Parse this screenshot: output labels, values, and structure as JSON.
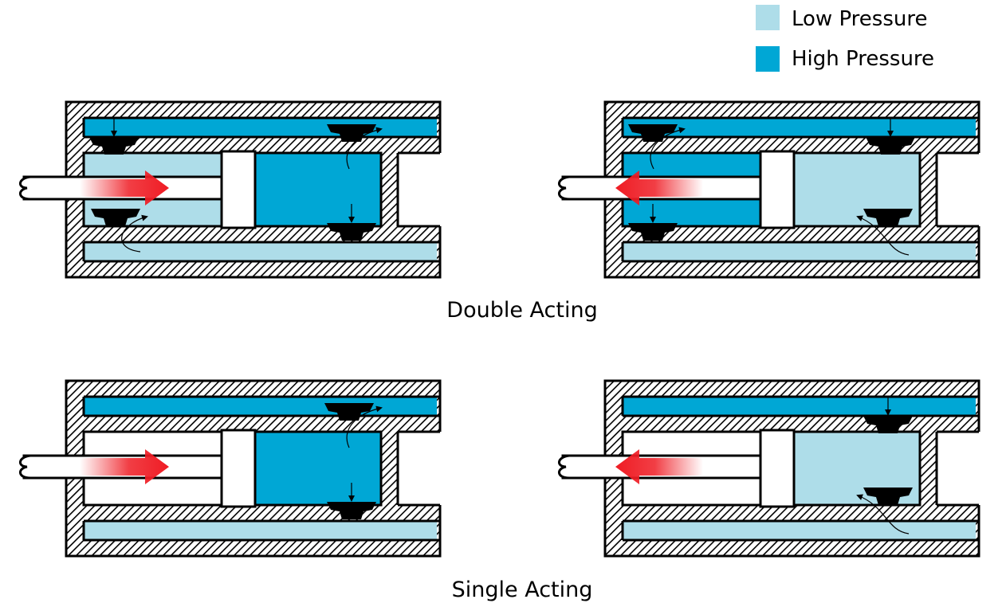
{
  "legend": {
    "items": [
      {
        "label": "Low Pressure",
        "color": "#aedde9"
      },
      {
        "label": "High Pressure",
        "color": "#00a7d5"
      }
    ]
  },
  "sections": [
    {
      "label": "Double Acting"
    },
    {
      "label": "Single Acting"
    }
  ],
  "colors": {
    "low": "#aedde9",
    "high": "#00a7d5",
    "arrow": "#ef1c24",
    "wall_outline": "#000000"
  },
  "pistons": [
    {
      "section": 0,
      "stroke_direction": "right",
      "rod_side_chamber": "low",
      "head_side_chamber": "high"
    },
    {
      "section": 0,
      "stroke_direction": "left",
      "rod_side_chamber": "high",
      "head_side_chamber": "low"
    },
    {
      "section": 1,
      "stroke_direction": "right",
      "rod_side_chamber": "none",
      "head_side_chamber": "high"
    },
    {
      "section": 1,
      "stroke_direction": "left",
      "rod_side_chamber": "none",
      "head_side_chamber": "low"
    }
  ]
}
